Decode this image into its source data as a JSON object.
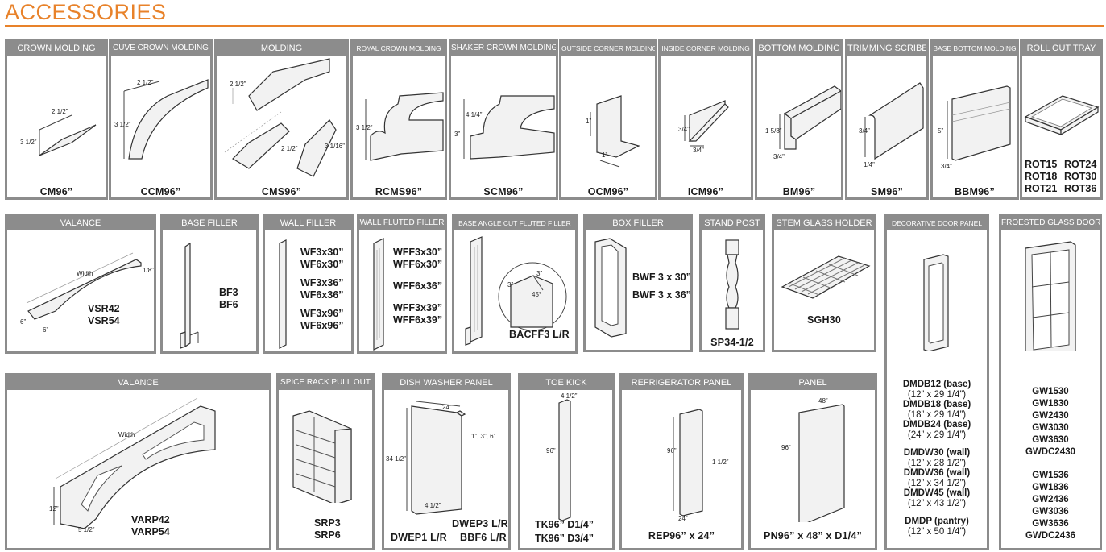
{
  "page": {
    "title": "ACCESSORIES"
  },
  "row1": [
    {
      "name": "CROWN MOLDING",
      "code": "CM96”",
      "dims": [
        "2 1/2”",
        "3 1/2”"
      ]
    },
    {
      "name": "CUVE CROWN MOLDING",
      "code": "CCM96”",
      "dims": [
        "2 1/2”",
        "3 1/2”"
      ]
    },
    {
      "name": "MOLDING",
      "code": "CMS96”",
      "dims": [
        "2 1/2”",
        "2 1/2”",
        "3 1/16”"
      ]
    },
    {
      "name": "ROYAL CROWN MOLDING",
      "code": "RCMS96”",
      "dims": [
        "3 1/2”"
      ]
    },
    {
      "name": "SHAKER CROWN MOLDING",
      "code": "SCM96”",
      "dims": [
        "4 1/4”",
        "3”"
      ]
    },
    {
      "name": "OUTSIDE CORNER MOLDING",
      "code": "OCM96”",
      "dims": [
        "1”",
        "1”"
      ]
    },
    {
      "name": "INSIDE CORNER MOLDING",
      "code": "ICM96”",
      "dims": [
        "3/4”",
        "3/4”"
      ]
    },
    {
      "name": "BOTTOM MOLDING",
      "code": "BM96”",
      "dims": [
        "1 5/8”",
        "3/4”"
      ]
    },
    {
      "name": "TRIMMING SCRIBE",
      "code": "SM96”",
      "dims": [
        "3/4”",
        "1/4”"
      ]
    },
    {
      "name": "BASE BOTTOM MOLDING",
      "code": "BBM96”",
      "dims": [
        "5”",
        "3/4”"
      ]
    },
    {
      "name": "ROLL OUT TRAY",
      "codes": [
        "ROT15",
        "ROT24",
        "ROT18",
        "ROT30",
        "ROT21",
        "ROT36"
      ]
    }
  ],
  "row2": [
    {
      "name": "VALANCE",
      "codes": [
        "VSR42",
        "VSR54"
      ],
      "dims": [
        "Width",
        "1/8”",
        "6”",
        "6”"
      ]
    },
    {
      "name": "BASE FILLER",
      "codes": [
        "BF3",
        "BF6"
      ]
    },
    {
      "name": "WALL FILLER",
      "codes": [
        "WF3x30”",
        "WF6x30”",
        "WF3x36”",
        "WF6x36”",
        "WF3x96”",
        "WF6x96”"
      ]
    },
    {
      "name": "WALL FLUTED FILLER",
      "codes": [
        "WFF3x30”",
        "WFF6x30”",
        "WFF6x36”",
        "WFF3x39”",
        "WFF6x39”"
      ]
    },
    {
      "name": "BASE ANGLE CUT FLUTED FILLER",
      "code": "BACFF3 L/R",
      "dims": [
        "3”",
        "3”",
        "45°"
      ]
    },
    {
      "name": "BOX FILLER",
      "codes": [
        "BWF 3 x 30”",
        "BWF 3 x 36”"
      ]
    },
    {
      "name": "STAND POST",
      "code": "SP34-1/2"
    },
    {
      "name": "STEM GLASS HOLDER",
      "code": "SGH30"
    }
  ],
  "row3": [
    {
      "name": "VALANCE",
      "codes": [
        "VARP42",
        "VARP54"
      ],
      "dims": [
        "Width",
        "12”",
        "5 1/2”"
      ]
    },
    {
      "name": "SPICE RACK PULL OUT",
      "codes": [
        "SRP3",
        "SRP6"
      ]
    },
    {
      "name": "DISH WASHER PANEL",
      "codes": [
        "DWEP3 L/R",
        "DWEP1 L/R",
        "BBF6 L/R"
      ],
      "dims": [
        "24”",
        "34 1/2”",
        "1”, 3”, 6”",
        "4 1/2”"
      ]
    },
    {
      "name": "TOE KICK",
      "codes": [
        "TK96” D1/4”",
        "TK96” D3/4”"
      ],
      "dims": [
        "4 1/2”",
        "96”"
      ]
    },
    {
      "name": "REFRIGERATOR PANEL",
      "code": "REP96” x 24”",
      "dims": [
        "96”",
        "1 1/2”",
        "24”"
      ]
    },
    {
      "name": "PANEL",
      "code": "PN96” x 48” x D1/4”",
      "dims": [
        "48”",
        "96”"
      ]
    }
  ],
  "decorative": {
    "name": "DECORATIVE DOOR PANEL",
    "items": [
      {
        "code": "DMDB12 (base)",
        "size": "(12” x 29 1/4”)"
      },
      {
        "code": "DMDB18 (base)",
        "size": "(18” x 29 1/4”)"
      },
      {
        "code": "DMDB24 (base)",
        "size": "(24” x 29 1/4”)"
      },
      {
        "code": "DMDW30 (wall)",
        "size": "(12” x 28 1/2”)"
      },
      {
        "code": "DMDW36 (wall)",
        "size": "(12” x 34 1/2”)"
      },
      {
        "code": "DMDW45 (wall)",
        "size": "(12” x 43 1/2”)"
      },
      {
        "code": "DMDP (pantry)",
        "size": "(12” x 50 1/4”)"
      }
    ]
  },
  "glass": {
    "name": "FROESTED GLASS DOOR",
    "codes": [
      "GW1530",
      "GW1830",
      "GW2430",
      "GW3030",
      "GW3630",
      "GWDC2430",
      "GW1536",
      "GW1836",
      "GW2436",
      "GW3036",
      "GW3636",
      "GWDC2436"
    ]
  },
  "colors": {
    "accent": "#e8822a",
    "header": "#8c8c8c"
  }
}
